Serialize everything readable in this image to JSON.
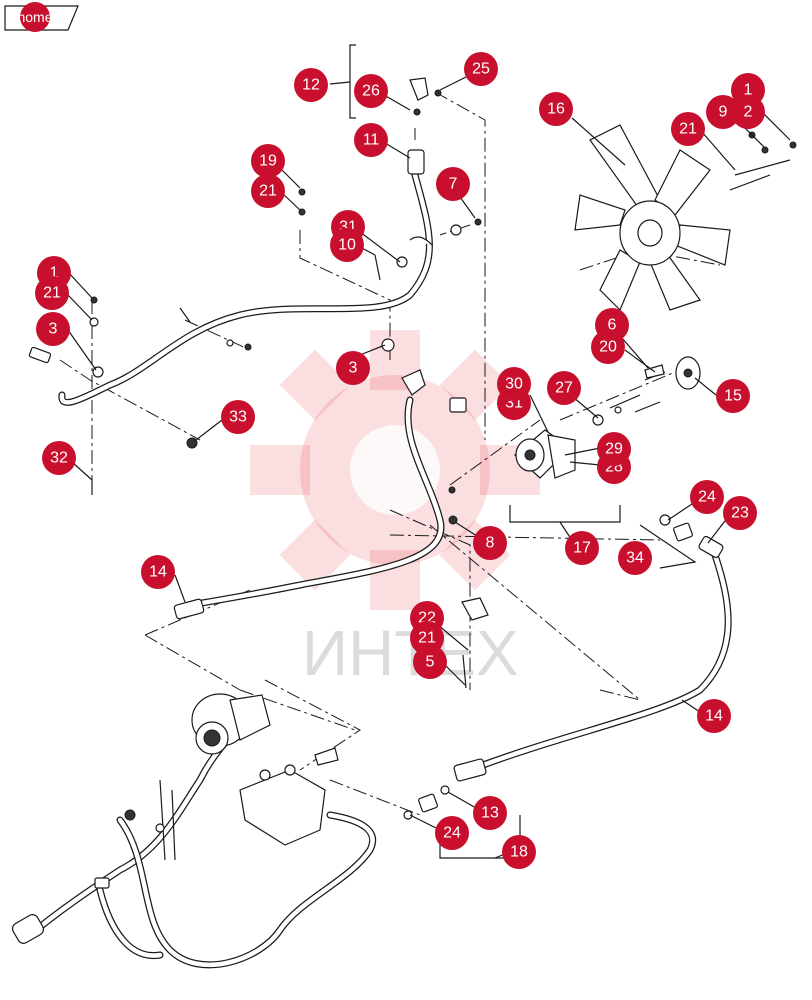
{
  "nav": {
    "home_label": "home"
  },
  "watermark": {
    "text": "ИНТЕХ"
  },
  "colors": {
    "callout": "#c8102e",
    "watermark": "#e8323c"
  },
  "callouts": {
    "c12": "12",
    "c26": "26",
    "c25": "25",
    "c11": "11",
    "c7": "7",
    "c19": "19",
    "c21a": "21",
    "c31a": "31",
    "c10": "10",
    "c1a": "1",
    "c21b": "21",
    "c3a": "3",
    "c3b": "3",
    "c33": "33",
    "c32": "32",
    "c16": "16",
    "c9": "9",
    "c2": "2",
    "c21c": "21",
    "c1b": "1",
    "c6": "6",
    "c20": "20",
    "c15": "15",
    "c30": "30",
    "c31b": "31",
    "c27": "27",
    "c29": "29",
    "c28": "28",
    "c17": "17",
    "c8": "8",
    "c24a": "24",
    "c23": "23",
    "c34": "34",
    "c14a": "14",
    "c22": "22",
    "c21d": "21",
    "c5": "5",
    "c14b": "14",
    "c13": "13",
    "c24b": "24",
    "c18": "18"
  }
}
